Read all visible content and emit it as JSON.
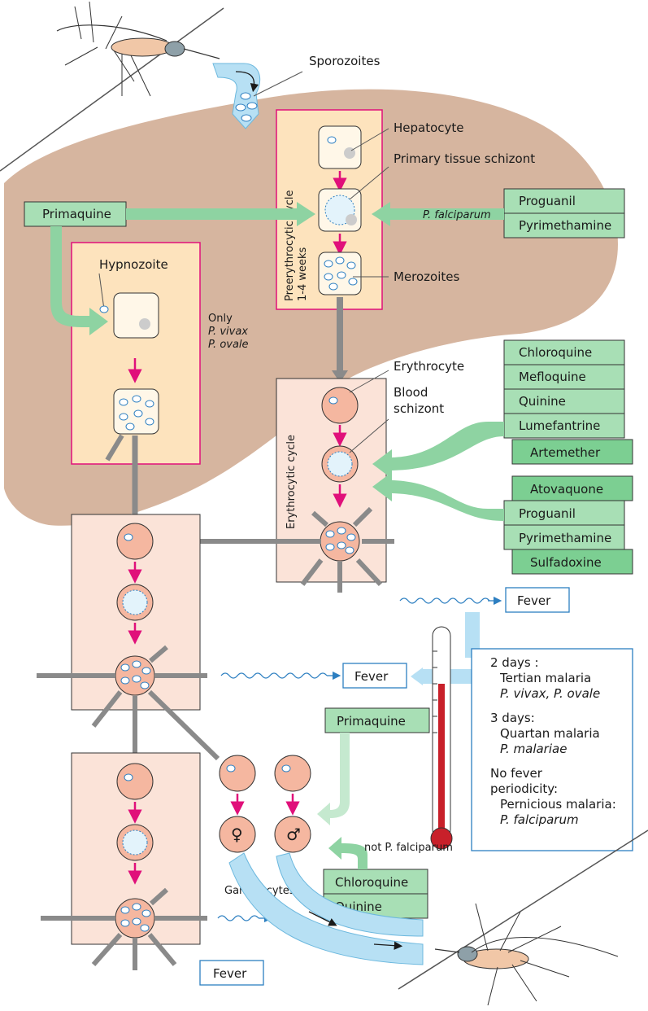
{
  "labels": {
    "sporozoites": "Sporozoites",
    "hepatocyte": "Hepatocyte",
    "primary_tissue_schizont": "Primary tissue schizont",
    "merozoites": "Merozoites",
    "hypnozoite": "Hypnozoite",
    "preerythrocytic_cycle": "Preerythrocytic cycle",
    "preerythrocytic_duration": "1-4 weeks",
    "only": "Only",
    "p_vivax": "P. vivax",
    "p_ovale": "P. ovale",
    "erythrocyte": "Erythrocyte",
    "blood": "Blood",
    "schizont": "schizont",
    "erythrocytic_cycle": "Erythrocytic cycle",
    "gametocytes": "Gametocytes",
    "not_p_falciparum": "not P. falciparum",
    "p_falciparum_arrow": "P. falciparum",
    "female_symbol": "♀",
    "male_symbol": "♂"
  },
  "drugs": {
    "primaquine_liver": "Primaquine",
    "primaquine_gamete": "Primaquine",
    "liver_schizont_group": [
      "Proguanil",
      "Pyrimethamine"
    ],
    "blood_group_1": [
      "Chloroquine",
      "Mefloquine",
      "Quinine",
      "Lumefantrine"
    ],
    "blood_group_1_back": "Artemether",
    "blood_group_2_back": "Atovaquone",
    "blood_group_2": [
      "Proguanil",
      "Pyrimethamine"
    ],
    "blood_group_2_bottom": "Sulfadoxine",
    "gamete_group": [
      "Chloroquine",
      "Quinine"
    ]
  },
  "fever": {
    "label_top": "Fever",
    "label_mid": "Fever",
    "label_bottom": "Fever"
  },
  "periodicity": {
    "tertian_days": "2 days :",
    "tertian_name": "Tertian malaria",
    "tertian_species": "P. vivax, P. ovale",
    "quartan_days": "3 days:",
    "quartan_name": "Quartan malaria",
    "quartan_species": "P. malariae",
    "none_line1": "No fever",
    "none_line2": "periodicity:",
    "none_name": "Pernicious malaria:",
    "none_species": "P. falciparum"
  },
  "colors": {
    "liver": "#cfa88e",
    "cycle_box": "#fde3bd",
    "blood_box": "#fbe3d8",
    "cell": "#f5b7a0",
    "drug_box": "#a8dfb5",
    "drug_arrow": "#8ed3a2",
    "grey_arrow": "#8a8a8a",
    "magenta": "#e0107a",
    "light_blue": "#b7e0f4",
    "blue": "#2d7fc1"
  }
}
